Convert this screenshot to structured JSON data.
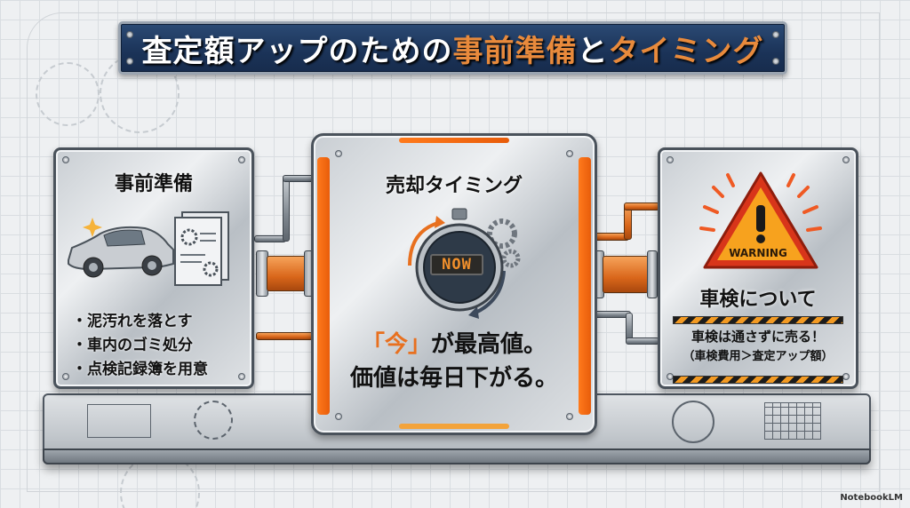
{
  "title": {
    "part1": "査定額アップのための",
    "accent1": "事前準備",
    "part2": "と",
    "accent2": "タイミング"
  },
  "panels": {
    "left": {
      "heading": "事前準備",
      "illustration": "car-and-documents",
      "bullets": [
        "・泥汚れを落とす",
        "・車内のゴミ処分",
        "・点検記録簿を用意"
      ]
    },
    "center": {
      "heading": "売却タイミング",
      "illustration": "stopwatch",
      "display_text": "NOW",
      "line1_quote": "「今」",
      "line1_rest": "が最高値。",
      "line2": "価値は毎日下がる。"
    },
    "right": {
      "heading": "車検について",
      "warning_label": "WARNING",
      "main_text": "車検は通さずに売る！",
      "sub_text": "（車検費用＞査定アップ額）"
    }
  },
  "colors": {
    "title_bg": "#1b3358",
    "accent_orange": "#e88a3c",
    "rail_orange": "#ff7a1c",
    "warning_red": "#e0461c",
    "warning_yellow": "#f7a21e"
  },
  "footer": {
    "brand": "NotebookLM"
  }
}
